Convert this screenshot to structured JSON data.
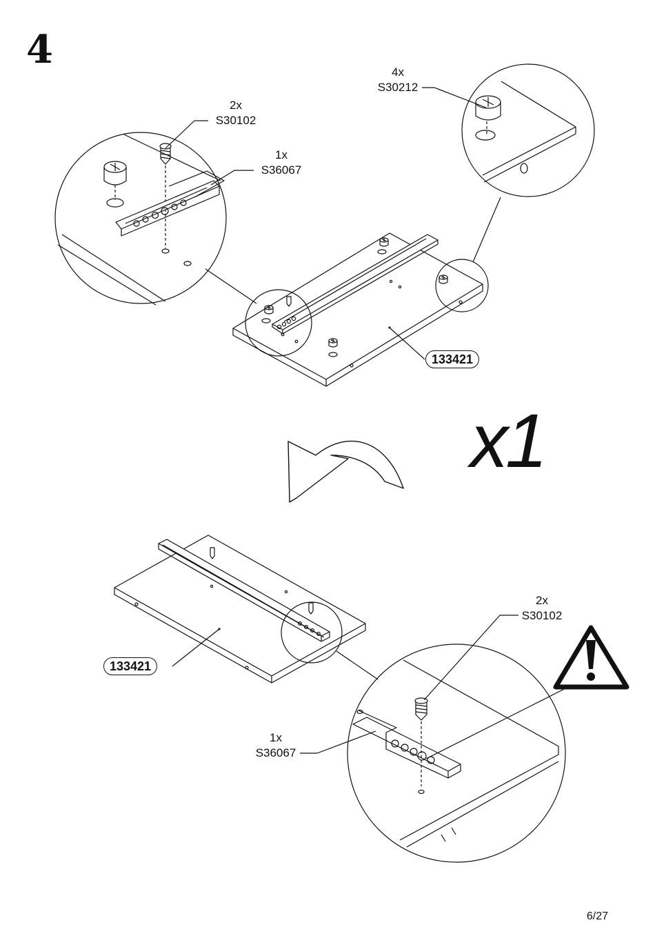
{
  "step": {
    "number": "4",
    "multiplier": "x1"
  },
  "top_view": {
    "callouts": [
      {
        "qty": "4x",
        "code": "S30212"
      },
      {
        "qty": "2x",
        "code": "S30102"
      },
      {
        "qty": "1x",
        "code": "S36067"
      }
    ],
    "panel_label": "133421"
  },
  "bottom_view": {
    "callouts": [
      {
        "qty": "2x",
        "code": "S30102"
      },
      {
        "qty": "1x",
        "code": "S36067"
      }
    ],
    "panel_label": "133421",
    "warning_icon": "warning-triangle-icon"
  },
  "footer": {
    "page": "6/27"
  }
}
